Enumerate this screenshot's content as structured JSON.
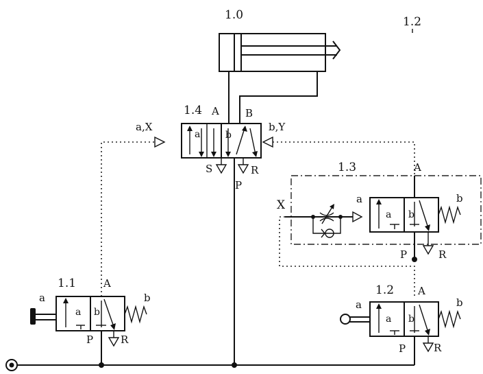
{
  "labels": {
    "cyl_id": "1.0",
    "corner_id": "1.2",
    "main_valve_id": "1.4",
    "main_port_a": "A",
    "main_port_b": "B",
    "signal_left": "a,X",
    "signal_right": "b,Y",
    "main_port_s": "S",
    "main_port_r": "R",
    "main_port_p": "P",
    "main_box_a": "a",
    "main_box_b": "b",
    "delay_id": "1.3",
    "delay_port_a": "A",
    "delay_x": "X",
    "delay_side_a": "a",
    "delay_side_b": "b",
    "delay_box_a": "a",
    "delay_box_b": "b",
    "delay_port_p": "P",
    "delay_port_r": "R",
    "v11_id": "1.1",
    "v11_port_a": "A",
    "v11_side_a": "a",
    "v11_side_b": "b",
    "v11_box_a": "a",
    "v11_box_b": "b",
    "v11_port_p": "P",
    "v11_port_r": "R",
    "v12_id": "1.2",
    "v12_port_a": "A",
    "v12_side_a": "a",
    "v12_side_b": "b",
    "v12_box_a": "a",
    "v12_box_b": "b",
    "v12_port_p": "P",
    "v12_port_r": "R"
  }
}
